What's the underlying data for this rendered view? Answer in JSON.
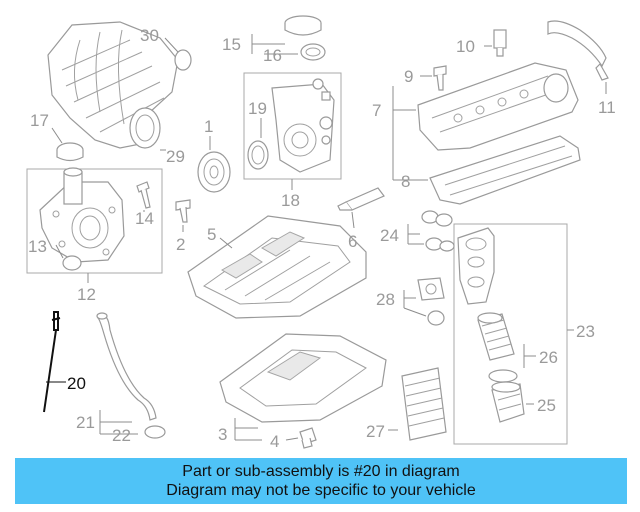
{
  "diagram": {
    "callouts": [
      "1",
      "2",
      "3",
      "4",
      "5",
      "6",
      "7",
      "8",
      "9",
      "10",
      "11",
      "12",
      "13",
      "14",
      "15",
      "16",
      "17",
      "18",
      "19",
      "20",
      "21",
      "22",
      "23",
      "24",
      "25",
      "26",
      "27",
      "28",
      "29",
      "30"
    ],
    "highlighted_part": "20"
  },
  "banner": {
    "line1": "Part or sub-assembly is #20 in diagram",
    "line2": "Diagram may not be specific to your vehicle"
  },
  "colors": {
    "banner_bg": "#4fc3f7",
    "highlight": "#111111",
    "parts": "#9a9a9a"
  }
}
